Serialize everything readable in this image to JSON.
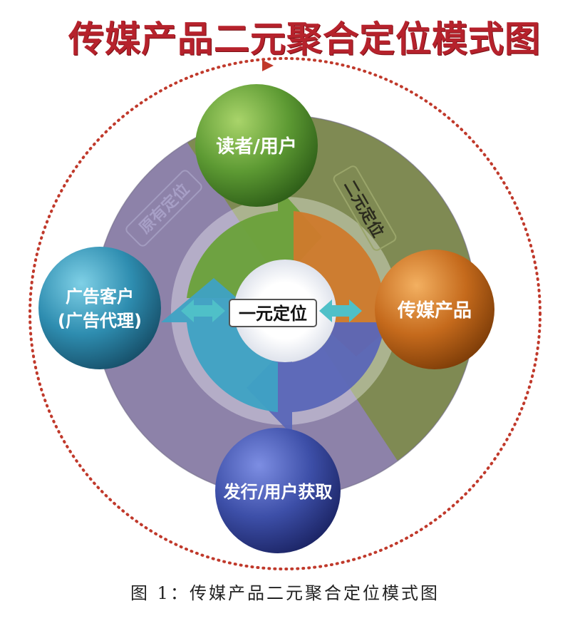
{
  "title": "传媒产品二元聚合定位模式图",
  "nodes": {
    "reader": "读者/用户",
    "product": "传媒产品",
    "advertiser_line1": "广告客户",
    "advertiser_line2": "(广告代理)",
    "distribution": "发行/用户获取",
    "center": "一元定位"
  },
  "sector_labels": {
    "original": "原有定位",
    "dual": "二元定位"
  },
  "caption": "图 1：传媒产品二元聚合定位模式图",
  "colors": {
    "title": "#b6222c",
    "dotted_ring": "#c0392b",
    "purple_sector": "#8d82a9",
    "green_sector": "#7f8a53",
    "node_green": "#4e8a2c",
    "node_orange": "#c86a1e",
    "node_teal": "#2f8fb0",
    "node_blue": "#3e4fa6",
    "link_arrow": "#4fc0c8"
  }
}
